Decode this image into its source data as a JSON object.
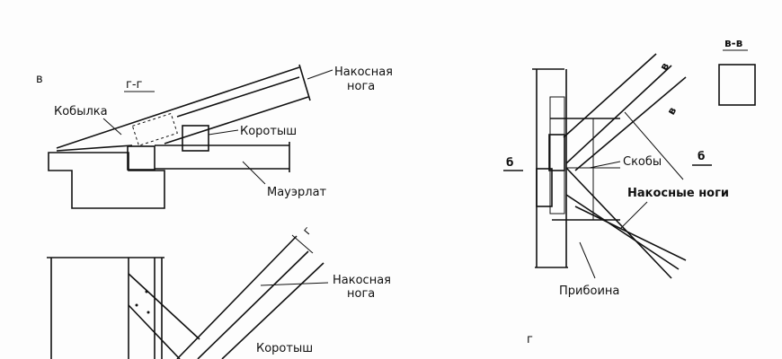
{
  "top_left": {
    "view_letter": "в",
    "section_label": "г-г",
    "rafter_label_1": "Накосная",
    "rafter_label_2": "нога",
    "kobylka": "Кобылка",
    "korotysh": "Коротыш",
    "mauerlat": "Мауэрлат"
  },
  "bottom_left": {
    "section_mark": "г",
    "rafter_label_1": "Накосная",
    "rafter_label_2": "нога",
    "korotysh": "Коротыш"
  },
  "right": {
    "section_b_left": "б",
    "section_b_right": "б",
    "section_v_1": "в",
    "section_v_2": "в",
    "skoby": "Скобы",
    "rafters": "Накосные ноги",
    "priboina": "Прибоина",
    "view_letter": "г",
    "section_vv": "в-в"
  },
  "colors": {
    "ink": "#111111",
    "paper": "#fdfdfd"
  }
}
